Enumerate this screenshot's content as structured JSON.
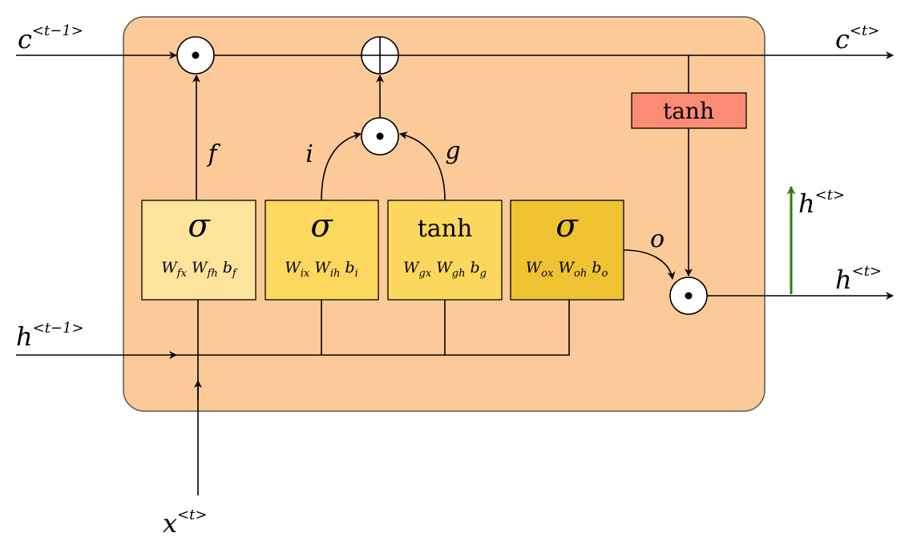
{
  "colors": {
    "cell_fill": "#FCCA98",
    "cell_stroke": "#555555",
    "forget_gate_fill": "#FDE49C",
    "input_gate_fill": "#FCD85F",
    "candidate_gate_fill": "#FBD85D",
    "output_gate_fill": "#EFC232",
    "tanh_box_fill": "#F98C73",
    "output_arrow": "#2E7D0B"
  },
  "inputs": {
    "c_prev": {
      "base": "c",
      "sup": "<t−1>"
    },
    "h_prev": {
      "base": "h",
      "sup": "<t−1>"
    },
    "x": {
      "base": "x",
      "sup": "<t>"
    }
  },
  "outputs": {
    "c": {
      "base": "c",
      "sup": "<t>"
    },
    "h": {
      "base": "h",
      "sup": "<t>"
    },
    "h_up": {
      "base": "h",
      "sup": "<t>"
    }
  },
  "gates": {
    "forget": {
      "symbol": "σ",
      "params": [
        {
          "b": "W",
          "s": "fx"
        },
        {
          "b": "W",
          "s": "fh"
        },
        {
          "b": "b",
          "s": "f"
        }
      ],
      "signal": "f"
    },
    "input": {
      "symbol": "σ",
      "params": [
        {
          "b": "W",
          "s": "ix"
        },
        {
          "b": "W",
          "s": "ih"
        },
        {
          "b": "b",
          "s": "i"
        }
      ],
      "signal": "i"
    },
    "candidate": {
      "symbol": "tanh",
      "params": [
        {
          "b": "W",
          "s": "gx"
        },
        {
          "b": "W",
          "s": "gh"
        },
        {
          "b": "b",
          "s": "g"
        }
      ],
      "signal": "g"
    },
    "output": {
      "symbol": "σ",
      "params": [
        {
          "b": "W",
          "s": "ox"
        },
        {
          "b": "W",
          "s": "oh"
        },
        {
          "b": "b",
          "s": "o"
        }
      ],
      "signal": "o"
    }
  },
  "cell_tanh_label": "tanh",
  "operators": {
    "forget_multiply": "⊙",
    "add": "⊕",
    "input_multiply": "⊙",
    "output_multiply": "⊙"
  }
}
